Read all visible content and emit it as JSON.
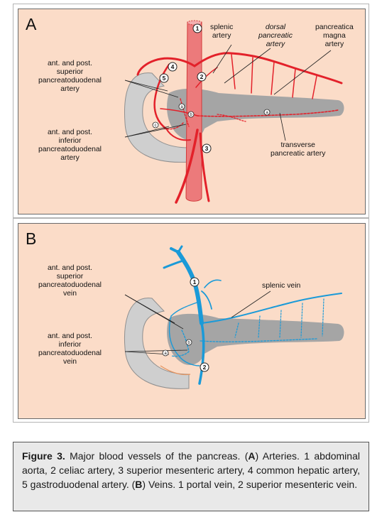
{
  "panelA": {
    "letter": "A",
    "labels": {
      "splenic": [
        "splenic",
        "artery"
      ],
      "dorsal": [
        "dorsal",
        "pancreatic",
        "artery"
      ],
      "magna": [
        "pancreatica",
        "magna",
        "artery"
      ],
      "superior": [
        "ant. and post.",
        "superior",
        "pancreatoduodenal",
        "artery"
      ],
      "inferior": [
        "ant. and post.",
        "inferior",
        "pancreatoduodenal",
        "artery"
      ],
      "transverse": [
        "transverse",
        "pancreatic artery"
      ]
    },
    "numbers": [
      "1",
      "2",
      "3",
      "4",
      "5"
    ],
    "small_marks": [
      "a",
      "b",
      "c",
      "a"
    ]
  },
  "panelB": {
    "letter": "B",
    "labels": {
      "superior": [
        "ant. and post.",
        "superior",
        "pancreatoduodenal",
        "vein"
      ],
      "inferior": [
        "ant. and post.",
        "inferior",
        "pancreatoduodenal",
        "vein"
      ],
      "splenic": [
        "splenic vein"
      ]
    },
    "numbers": [
      "1",
      "2"
    ],
    "small_marks": [
      "b",
      "a"
    ]
  },
  "caption": {
    "fig_label": "Figure 3.",
    "p1": " Major blood vessels of the pancreas. (",
    "A": "A",
    "p2": ") Arteries. 1 abdominal aorta, 2 celiac artery, 3 superior mesenteric artery, 4 common hepatic artery, 5 gastroduodenal artery. (",
    "B": "B",
    "p3": ") Veins. 1 portal vein, 2 superior mesenteric vein."
  },
  "colors": {
    "background": "#fbdcc8",
    "artery": "#e3212a",
    "aorta_fill": "#ec7a7b",
    "vein": "#1a9ad8",
    "pancreas": "#a5a5a5",
    "duodenum": "#cfcfcf"
  }
}
